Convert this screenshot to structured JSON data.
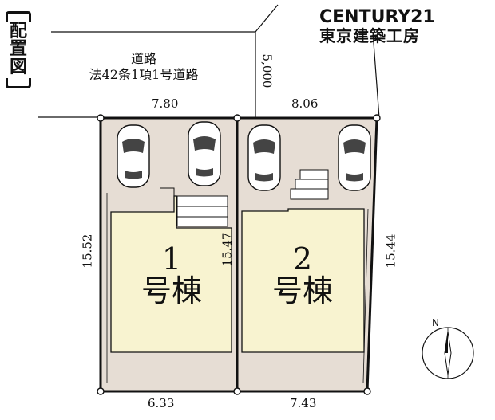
{
  "side_label": {
    "chars": [
      "配",
      "置",
      "図"
    ]
  },
  "brand": {
    "line1": "CENTURY21",
    "line2": "東京建築工房"
  },
  "road": {
    "line1": "道路",
    "line2": "法42条1項1号道路",
    "width": "5,000"
  },
  "dimensions": {
    "top_left": "7.80",
    "top_right": "8.06",
    "left_side": "15.52",
    "middle": "15.47",
    "right_side": "15.44",
    "bottom_left": "6.33",
    "bottom_right": "7.43"
  },
  "units": [
    {
      "number": "1",
      "label": "号棟"
    },
    {
      "number": "2",
      "label": "号棟"
    }
  ],
  "compass": {
    "label": "N"
  },
  "colors": {
    "lot_fill": "#e6ddd4",
    "house_fill": "#f8f3d0",
    "line": "#111111"
  }
}
